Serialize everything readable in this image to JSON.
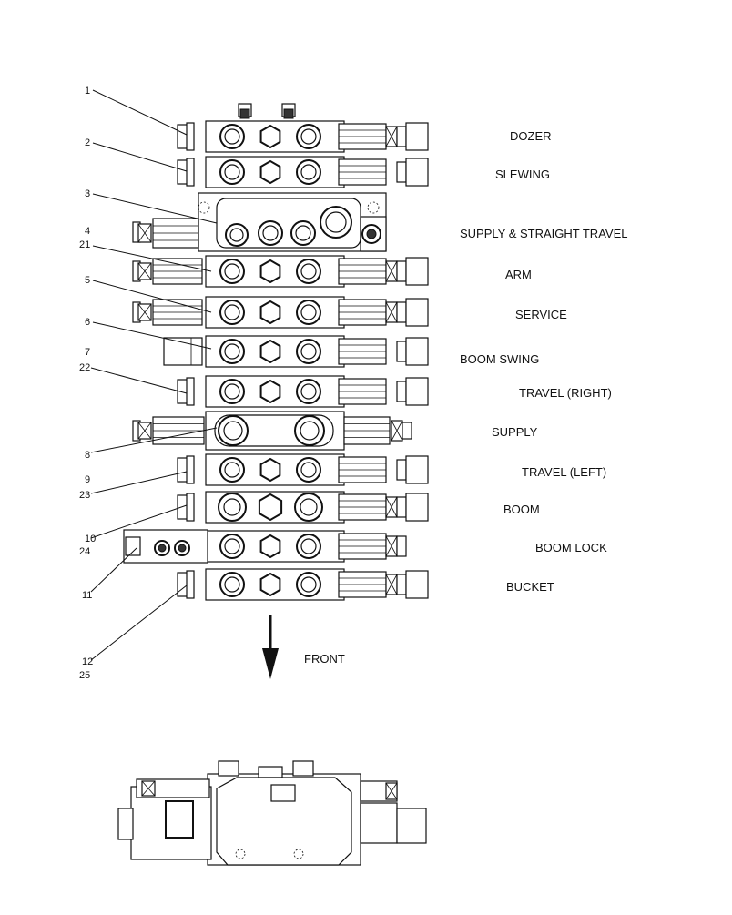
{
  "diagram": {
    "sections": [
      {
        "label": "DOZER"
      },
      {
        "label": "SLEWING"
      },
      {
        "label": "SUPPLY & STRAIGHT TRAVEL"
      },
      {
        "label": "ARM"
      },
      {
        "label": "SERVICE"
      },
      {
        "label": "BOOM SWING"
      },
      {
        "label": "TRAVEL (RIGHT)"
      },
      {
        "label": "SUPPLY"
      },
      {
        "label": "TRAVEL (LEFT)"
      },
      {
        "label": "BOOM"
      },
      {
        "label": "BOOM LOCK"
      },
      {
        "label": "BUCKET"
      }
    ],
    "callouts": [
      "1",
      "2",
      "3",
      "4",
      "21",
      "5",
      "6",
      "7",
      "22",
      "8",
      "9",
      "23",
      "10",
      "24",
      "11",
      "12",
      "25"
    ],
    "direction_label": "FRONT"
  }
}
